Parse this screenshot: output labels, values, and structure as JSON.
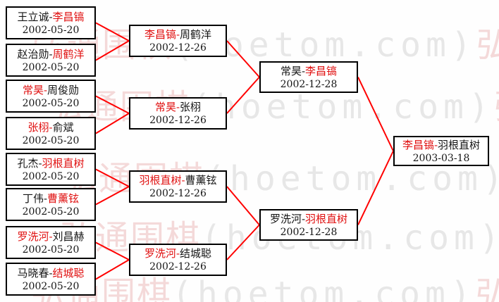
{
  "colors": {
    "line": "#ff0000",
    "winner_text": "#e01010",
    "regular_text": "#151515",
    "watermark_pink": "#f4d9d9",
    "watermark_gray": "#e7e7e7"
  },
  "watermark": {
    "cjk": "弘通围棋",
    "latin": "(hoetom.com)"
  },
  "bracket": {
    "round1": [
      {
        "a": "王立诚-",
        "a_color": "black",
        "b": "李昌镐",
        "b_color": "red",
        "date": "2002-05-20"
      },
      {
        "a": "赵治勋-",
        "a_color": "black",
        "b": "周鹤洋",
        "b_color": "red",
        "date": "2002-05-20"
      },
      {
        "a": "常昊-",
        "a_color": "red",
        "b": "周俊勋",
        "b_color": "black",
        "date": "2002-05-20"
      },
      {
        "a": "张栩-",
        "a_color": "red",
        "b": "俞斌",
        "b_color": "black",
        "date": "2002-05-20"
      },
      {
        "a": "孔杰-",
        "a_color": "black",
        "b": "羽根直树",
        "b_color": "red",
        "date": "2002-05-20"
      },
      {
        "a": "丁伟-",
        "a_color": "black",
        "b": "曹薰铉",
        "b_color": "red",
        "date": "2002-05-20"
      },
      {
        "a": "罗洗河-",
        "a_color": "red",
        "b": "刘昌赫",
        "b_color": "black",
        "date": "2002-05-20"
      },
      {
        "a": "马晓春-",
        "a_color": "black",
        "b": "结城聪",
        "b_color": "red",
        "date": "2002-05-20"
      }
    ],
    "round2": [
      {
        "a": "李昌镐-",
        "a_color": "red",
        "b": "周鹤洋",
        "b_color": "black",
        "date": "2002-12-26"
      },
      {
        "a": "常昊-",
        "a_color": "red",
        "b": "张栩",
        "b_color": "black",
        "date": "2002-12-26"
      },
      {
        "a": "羽根直树-",
        "a_color": "red",
        "b": "曹薰铉",
        "b_color": "black",
        "date": "2002-12-26"
      },
      {
        "a": "罗洗河-",
        "a_color": "red",
        "b": "结城聪",
        "b_color": "black",
        "date": "2002-12-26"
      }
    ],
    "semifinals": [
      {
        "a": "常昊-",
        "a_color": "black",
        "b": "李昌镐",
        "b_color": "red",
        "date": "2002-12-28"
      },
      {
        "a": "罗洗河-",
        "a_color": "black",
        "b": "羽根直树",
        "b_color": "red",
        "date": "2002-12-28"
      }
    ],
    "final": [
      {
        "a": "李昌镐-",
        "a_color": "red",
        "b": "羽根直树",
        "b_color": "black",
        "date": "2003-03-18"
      }
    ]
  }
}
